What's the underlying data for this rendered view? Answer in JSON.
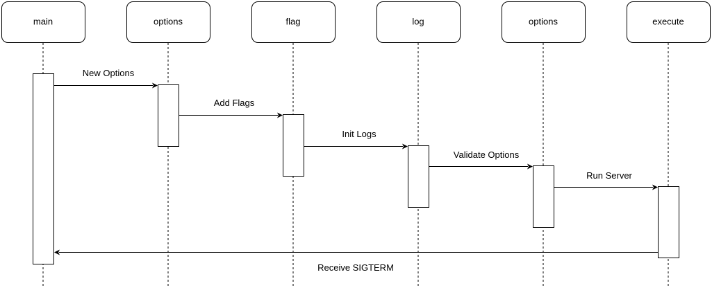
{
  "participants": [
    {
      "id": "main",
      "label": "main"
    },
    {
      "id": "options1",
      "label": "options"
    },
    {
      "id": "flag",
      "label": "flag"
    },
    {
      "id": "log",
      "label": "log"
    },
    {
      "id": "options2",
      "label": "options"
    },
    {
      "id": "execute",
      "label": "execute"
    }
  ],
  "messages": [
    {
      "from": "main",
      "to": "options1",
      "label": "New Options"
    },
    {
      "from": "options1",
      "to": "flag",
      "label": "Add Flags"
    },
    {
      "from": "flag",
      "to": "log",
      "label": "Init Logs"
    },
    {
      "from": "log",
      "to": "options2",
      "label": "Validate Options"
    },
    {
      "from": "options2",
      "to": "execute",
      "label": "Run Server"
    },
    {
      "from": "execute",
      "to": "main",
      "label": "Receive SIGTERM"
    }
  ]
}
